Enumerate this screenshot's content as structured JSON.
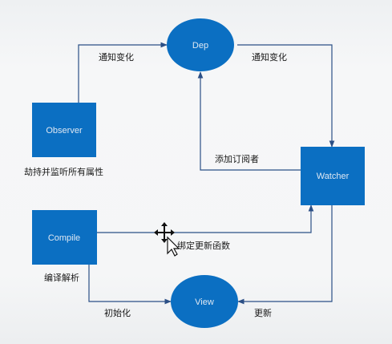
{
  "nodes": {
    "dep": "Dep",
    "observer": "Observer",
    "watcher": "Watcher",
    "compile": "Compile",
    "view": "View"
  },
  "captions": {
    "observer": "劫持并监听所有属性",
    "compile": "编译解析"
  },
  "edges": {
    "observer_to_dep": "通知变化",
    "dep_to_watcher": "通知变化",
    "watcher_to_dep": "添加订阅者",
    "compile_to_watcher": "绑定更新函数",
    "compile_to_view": "初始化",
    "watcher_to_view": "更新"
  },
  "colors": {
    "node_fill": "#0b6fc2",
    "edge_stroke": "#2b4f86",
    "label_text": "#1a1a1a",
    "node_text": "#dfe8f3"
  },
  "icons": {
    "cursor": "move-cursor-icon"
  }
}
